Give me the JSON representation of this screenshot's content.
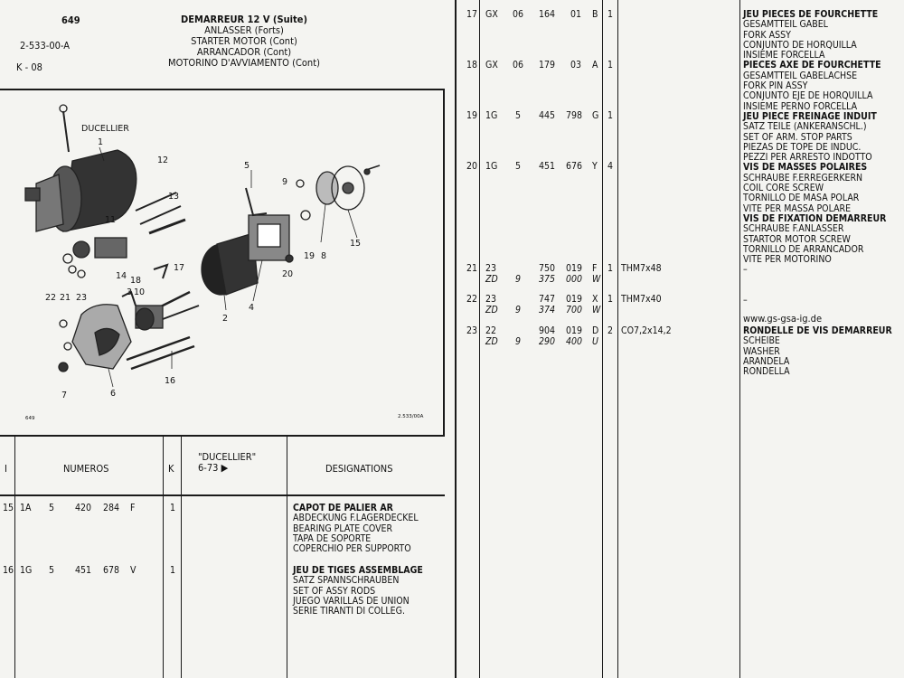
{
  "header": {
    "page_number": "649",
    "ref_number": "2-533-00-A",
    "section": "K - 08",
    "title_lines": [
      "DEMARREUR 12 V (Suite)",
      "ANLASSER (Forts)",
      "STARTER MOTOR (Cont)",
      "ARRANCADOR (Cont)",
      "MOTORINO D'AVVIAMENTO (Cont)"
    ]
  },
  "diagram": {
    "maker_label": "DUCELLIER",
    "part_labels": [
      "1",
      "2",
      "3",
      "4",
      "5",
      "6",
      "7",
      "8",
      "9",
      "10",
      "11",
      "12",
      "13",
      "14",
      "15",
      "16",
      "17",
      "18",
      "19",
      "20",
      "21",
      "22",
      "23"
    ],
    "footer_left": "649",
    "footer_right": "2.533/00A"
  },
  "table_header": {
    "col_i": "I",
    "col_numeros": "NUMEROS",
    "col_k": "K",
    "col_ducellier": "\"DUCELLIER\"",
    "col_date": "6-73 ▶",
    "col_designations": "DESIGNATIONS"
  },
  "left_rows": [
    {
      "idx": "15",
      "n1": "1A",
      "n2": "5",
      "n3": "420",
      "n4": "284",
      "n5": "F",
      "k": "1",
      "designations": [
        "CAPOT DE PALIER AR",
        "ABDECKUNG F.LAGERDECKEL",
        "BEARING PLATE COVER",
        "TAPA DE SOPORTE",
        "COPERCHIO PER SUPPORTO"
      ]
    },
    {
      "idx": "16",
      "n1": "1G",
      "n2": "5",
      "n3": "451",
      "n4": "678",
      "n5": "V",
      "k": "1",
      "designations": [
        "JEU DE TIGES ASSEMBLAGE",
        "SATZ SPANNSCHRAUBEN",
        "SET OF ASSY RODS",
        "JUEGO VARILLAS DE UNION",
        "SERIE TIRANTI DI COLLEG."
      ]
    }
  ],
  "right_rows": [
    {
      "idx": "17",
      "n1": "GX",
      "n2": "06",
      "n3": "164",
      "n4": "01",
      "n5": "B",
      "k": "1",
      "size": ""
    },
    {
      "idx": "18",
      "n1": "GX",
      "n2": "06",
      "n3": "179",
      "n4": "03",
      "n5": "A",
      "k": "1",
      "size": ""
    },
    {
      "idx": "19",
      "n1": "1G",
      "n2": "5",
      "n3": "445",
      "n4": "798",
      "n5": "G",
      "k": "1",
      "size": ""
    },
    {
      "idx": "20",
      "n1": "1G",
      "n2": "5",
      "n3": "451",
      "n4": "676",
      "n5": "Y",
      "k": "4",
      "size": ""
    },
    {
      "idx": "21",
      "n1": "23",
      "n2": "",
      "n3": "750",
      "n4": "019",
      "n5": "F",
      "k": "1",
      "size": "THM7x48",
      "alt": {
        "n1": "ZD",
        "n2": "9",
        "n3": "375",
        "n4": "000",
        "n5": "W"
      }
    },
    {
      "idx": "22",
      "n1": "23",
      "n2": "",
      "n3": "747",
      "n4": "019",
      "n5": "X",
      "k": "1",
      "size": "THM7x40",
      "alt": {
        "n1": "ZD",
        "n2": "9",
        "n3": "374",
        "n4": "700",
        "n5": "W"
      }
    },
    {
      "idx": "23",
      "n1": "22",
      "n2": "",
      "n3": "904",
      "n4": "019",
      "n5": "D",
      "k": "2",
      "size": "CO7,2x14,2",
      "alt": {
        "n1": "ZD",
        "n2": "9",
        "n3": "290",
        "n4": "400",
        "n5": "U"
      }
    }
  ],
  "right_designations": [
    {
      "bold": "JEU PIECES DE FOURCHETTE",
      "lines": [
        "GESAMTTEIL GABEL",
        "FORK ASSY",
        "CONJUNTO DE HORQUILLA",
        "INSIEME FORCELLA"
      ]
    },
    {
      "bold": "PIECES AXE DE FOURCHETTE",
      "lines": [
        "GESAMTTEIL GABELACHSE",
        "FORK PIN ASSY",
        "CONJUNTO EJE DE HORQUILLA",
        "INSIEME PERNO FORCELLA"
      ]
    },
    {
      "bold": "JEU PIECE FREINAGE INDUIT",
      "lines": [
        "SATZ TEILE (ANKERANSCHL.)",
        "SET OF ARM. STOP PARTS",
        "PIEZAS DE TOPE DE INDUC.",
        "PEZZI PER ARRESTO INDOTTO"
      ]
    },
    {
      "bold": "VIS DE MASSES POLAIRES",
      "lines": [
        "SCHRAUBE F.ERREGERKERN",
        "COIL CORE SCREW",
        "TORNILLO DE MASA POLAR",
        "VITE PER MASSA POLARE"
      ]
    },
    {
      "bold": "VIS DE FIXATION DEMARREUR",
      "lines": [
        "SCHRAUBE F.ANLASSER",
        "STARTOR MOTOR SCREW",
        "TORNILLO DE ARRANCADOR",
        "VITE PER MOTORINO"
      ]
    }
  ],
  "dash_21": "–",
  "dash_22": "–",
  "watermark": "www.gs-gsa-ig.de",
  "designation_23": {
    "bold": "RONDELLE DE VIS DEMARREUR",
    "lines": [
      "SCHEIBE",
      "WASHER",
      "ARANDELA",
      "RONDELLA"
    ]
  }
}
